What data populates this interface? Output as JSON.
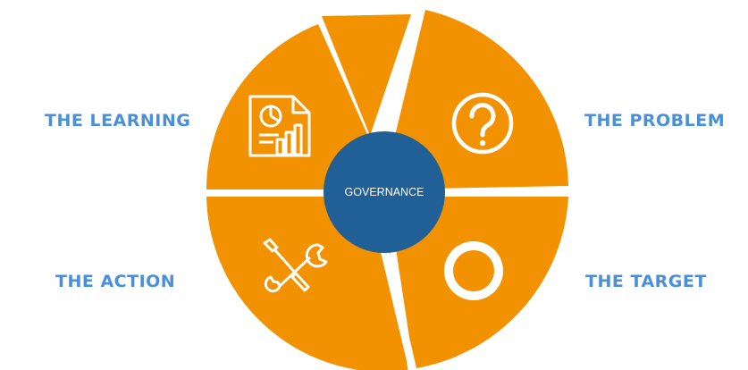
{
  "colors": {
    "segment_fill": "#F39200",
    "hub_fill": "#215F97",
    "label_text": "#4A90D9",
    "separator": "#ffffff"
  },
  "labels": {
    "learning": "THE LEARNING",
    "problem": "THE PROBLEM",
    "action": "THE ACTION",
    "target": "THE TARGET"
  },
  "hub": {
    "text": "GOVERNANCE"
  },
  "icons": {
    "learning": "report-chart-icon",
    "problem": "question-mark-icon",
    "action": "wrench-screwdriver-icon",
    "target": "ring-target-icon"
  }
}
